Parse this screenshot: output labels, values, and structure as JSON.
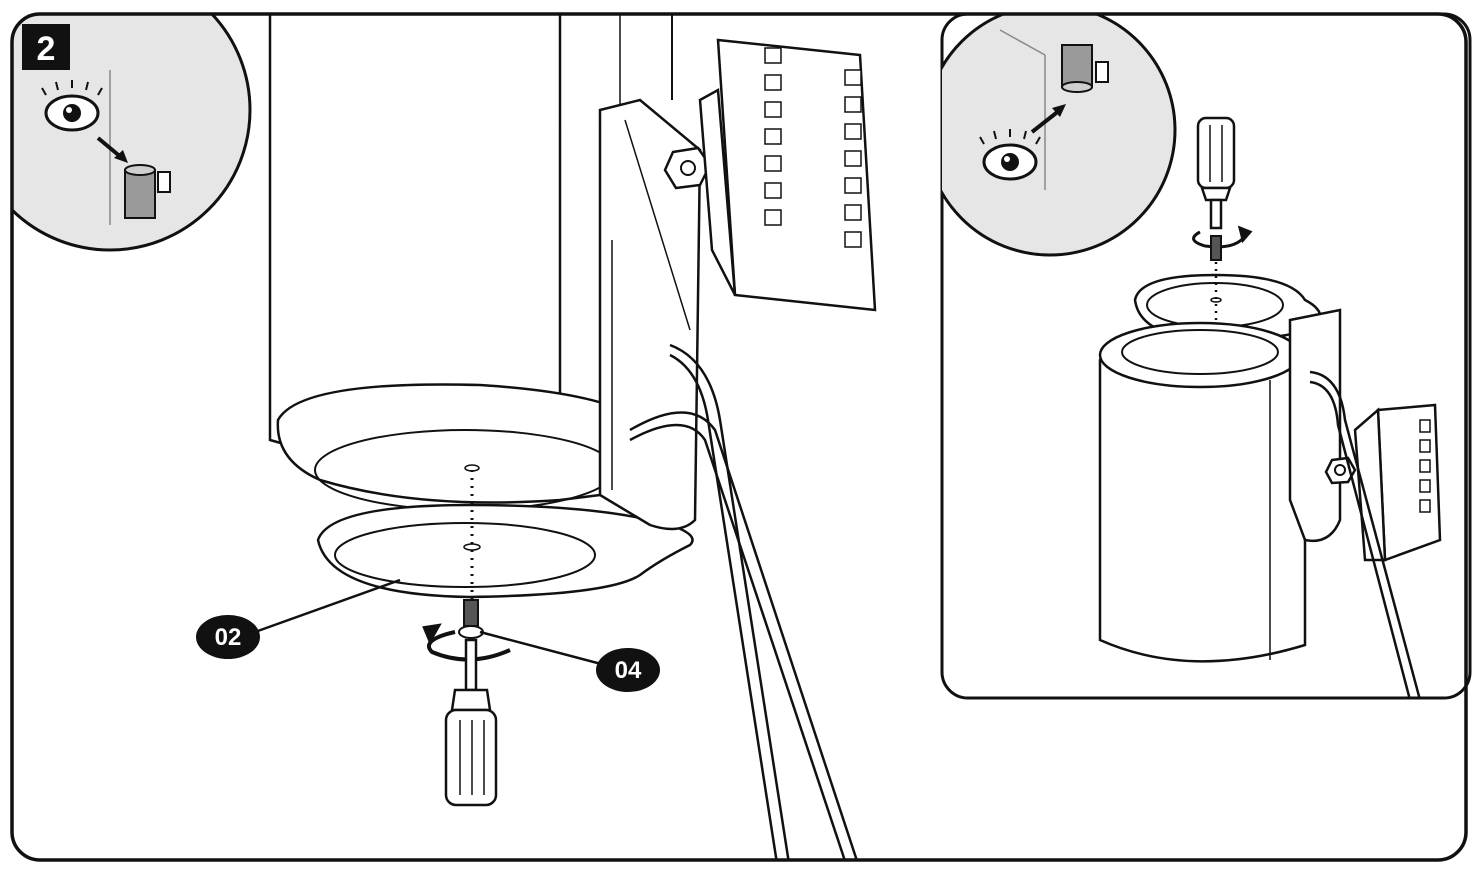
{
  "step": {
    "number": "2"
  },
  "callouts": {
    "mount_plate": "02",
    "screw": "04"
  },
  "icons": {
    "primary": "eye-icon",
    "tool": "screwdriver-icon",
    "rotation": "rotate-arrow-icon"
  },
  "colors": {
    "line": "#111111",
    "inset_bg": "#e6e6e6",
    "callout_fill": "#111111",
    "callout_text": "#ffffff",
    "speaker_grey": "#9a9a9a"
  }
}
